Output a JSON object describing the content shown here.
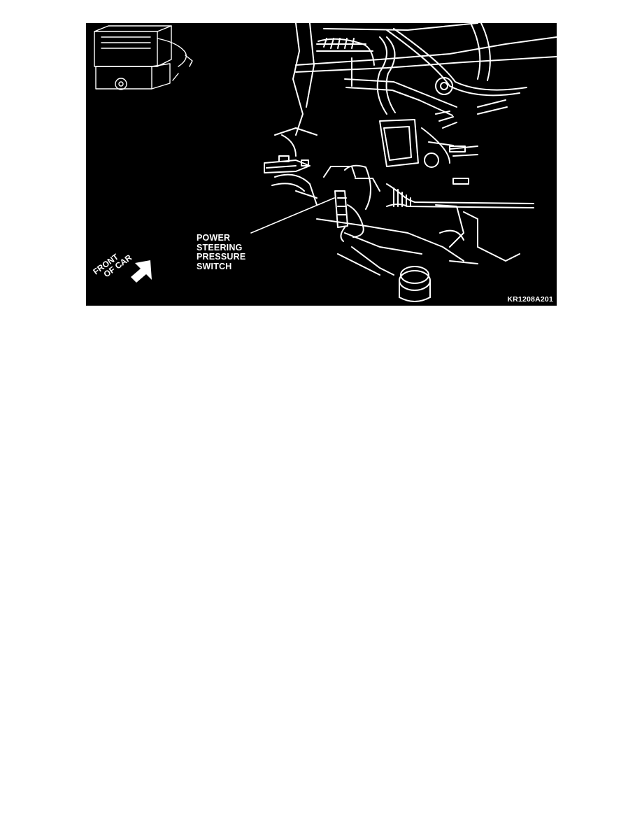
{
  "figure": {
    "callout": [
      "POWER",
      "STEERING",
      "PRESSURE",
      "SWITCH"
    ],
    "front_label": [
      "FRONT",
      "OF CAR"
    ],
    "figure_code": "KR1208A201",
    "colors": {
      "background": "#000000",
      "linework": "#ffffff"
    },
    "icons": [
      "engine-locator-inset",
      "front-of-car-arrow-icon"
    ]
  }
}
